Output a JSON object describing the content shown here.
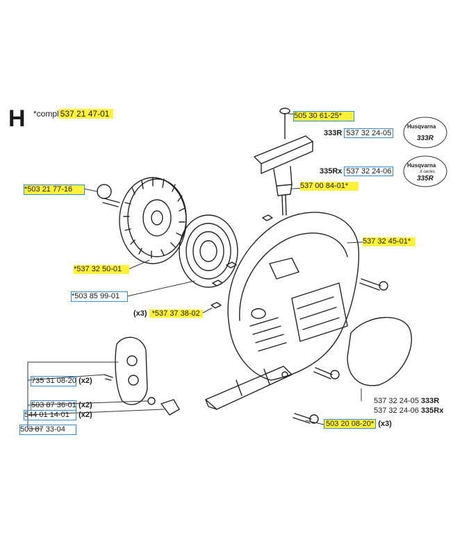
{
  "section_letter": "H",
  "compl_prefix": "*compl",
  "compl_number": "537 21 47-01",
  "parts": {
    "handle_top": "505 30 61-25*",
    "handle": "537 00 84-01*",
    "disc": "*503 21 77-16",
    "pulley": "*537 32 50-01",
    "spring": "*503 85 99-01",
    "bolts_qty": "(x3)",
    "bolts": "*537 37 38-02",
    "housing": "537 32 45-01*",
    "housing_screws": "503 20 08-20*",
    "housing_screws_qty": "(x3)",
    "left_1": "735 31 08-20",
    "left_1_qty": "(x2)",
    "left_2": "503 87 36-01",
    "left_2_qty": "(x2)",
    "left_3": "544 01 14-01",
    "left_3_qty": "(x2)",
    "left_4": "503 87 33-04"
  },
  "decals": {
    "model_a": "333R",
    "model_a_number": "537 32 24-05",
    "model_b": "335Rx",
    "model_b_number": "537 32 24-06",
    "brand": "Husqvarna",
    "badge_a": "333R",
    "badge_b": "335R",
    "badge_b_series": "X-series"
  },
  "bottom_right": {
    "line1_number": "537 32 24-05",
    "line1_model": "333R",
    "line2_number": "537 32 24-06",
    "line2_model": "335Rx"
  },
  "colors": {
    "highlight": "#fff23a",
    "box_border": "#2f8fd6"
  }
}
